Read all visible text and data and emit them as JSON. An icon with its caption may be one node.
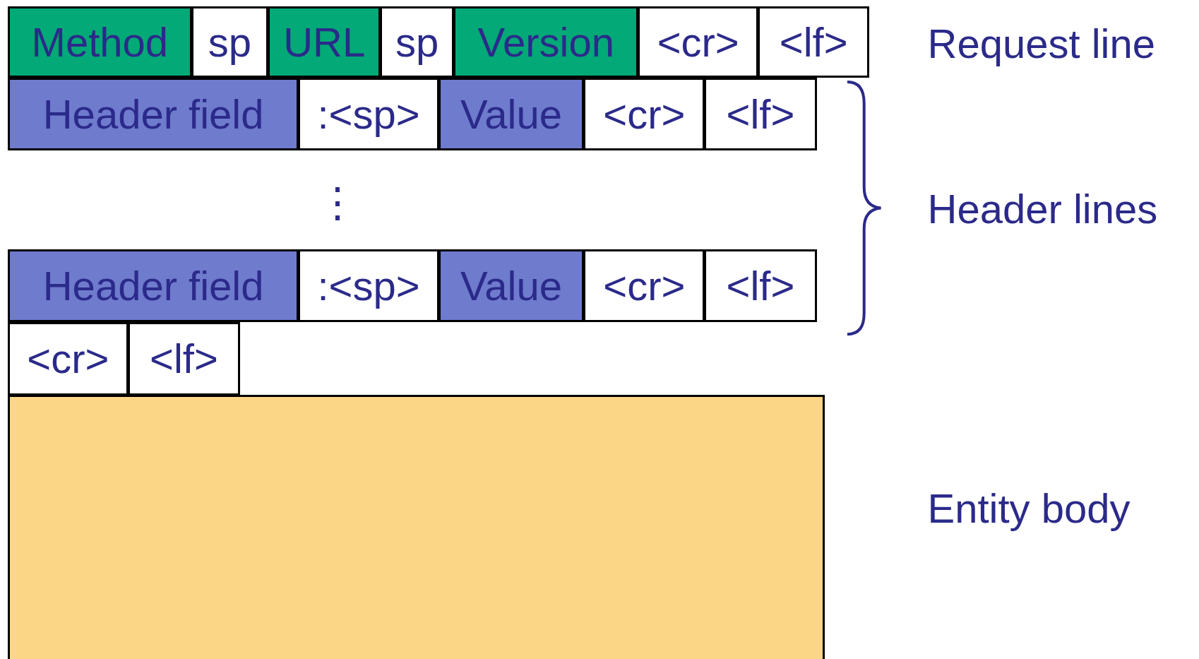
{
  "diagram": {
    "nodes": [
      {
        "text": [
          "Method"
        ]
      },
      {
        "text": [
          "sp"
        ]
      },
      {
        "text": [
          "URL"
        ]
      },
      {
        "text": [
          "sp"
        ]
      },
      {
        "text": [
          "Version"
        ]
      },
      {
        "text": [
          "<cr>"
        ]
      },
      {
        "text": [
          "<lf>"
        ]
      },
      {
        "text": [
          "Header field"
        ]
      },
      {
        "text": [
          ":<sp>"
        ]
      },
      {
        "text": [
          "Value"
        ]
      },
      {
        "text": [
          "<cr>"
        ]
      },
      {
        "text": [
          "<lf>"
        ]
      },
      {
        "text": [
          "Header field"
        ]
      },
      {
        "text": [
          ":<sp>"
        ]
      },
      {
        "text": [
          "Value"
        ]
      },
      {
        "text": [
          "<cr>"
        ]
      },
      {
        "text": [
          "<lf>"
        ]
      },
      {
        "text": [
          "<cr>"
        ]
      },
      {
        "text": [
          "<lf>"
        ]
      },
      {
        "text": [],
        "shape": "box"
      }
    ],
    "labels": [
      "Request line",
      "⋮",
      "Header lines",
      "Entity body"
    ]
  }
}
